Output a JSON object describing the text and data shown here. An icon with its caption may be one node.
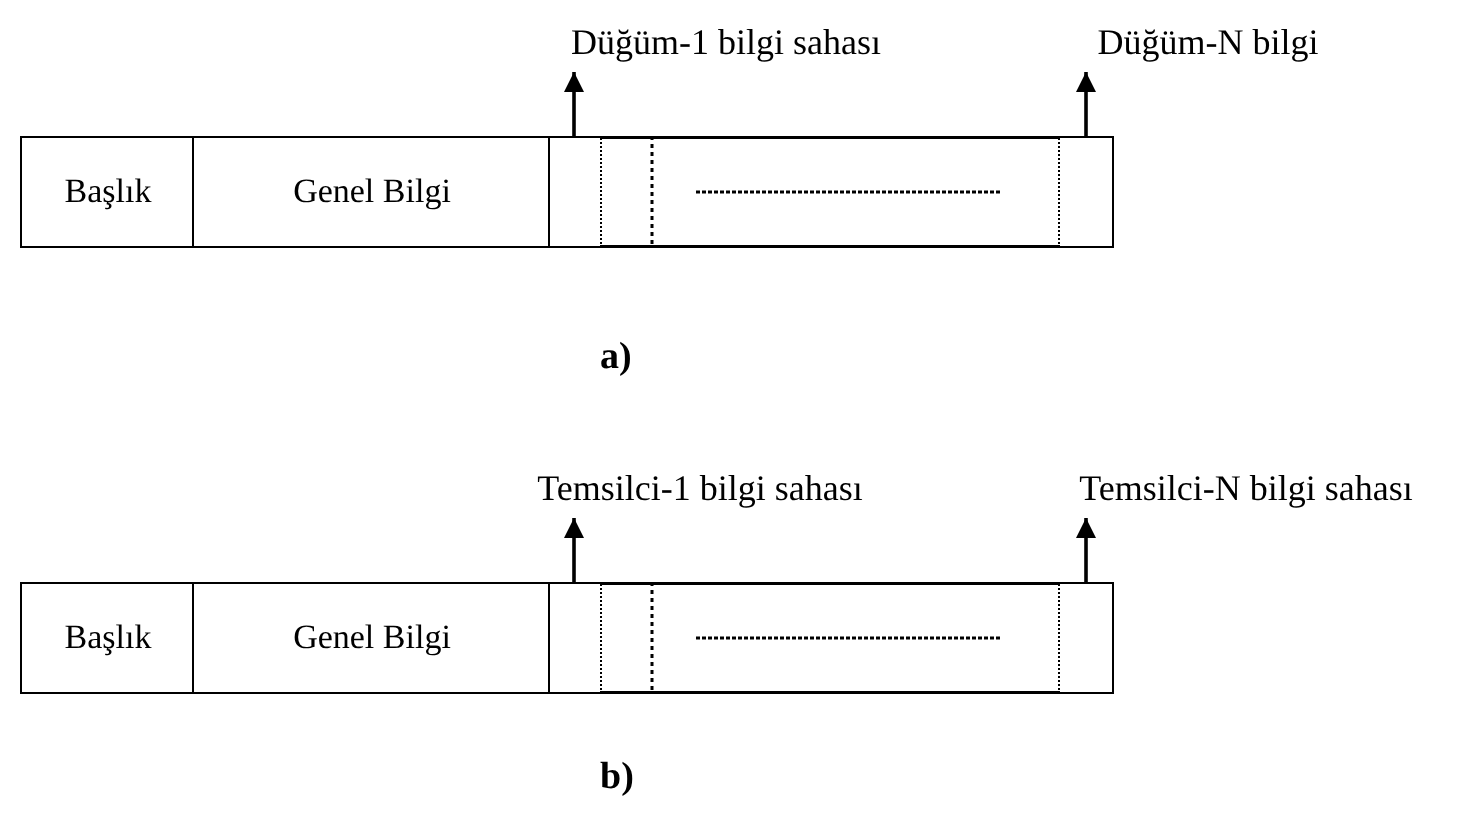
{
  "diagram": {
    "nodes": [
      {
        "text": [
          "Başlık"
        ]
      },
      {
        "text": [
          "Genel Bilgi"
        ]
      },
      {
        "text": [],
        "shape": "box"
      },
      {
        "text": [],
        "shape": "box"
      },
      {
        "text": [
          "Düğüm-1 bilgi sahası"
        ]
      },
      {
        "text": [
          "Düğüm-N bilgi"
        ]
      },
      {
        "text": [
          "Başlık"
        ]
      },
      {
        "text": [
          "Genel Bilgi"
        ]
      },
      {
        "text": [],
        "shape": "box"
      },
      {
        "text": [],
        "shape": "box"
      },
      {
        "text": [
          "Temsilci-1 bilgi sahası"
        ]
      },
      {
        "text": [
          "Temsilci-N bilgi sahası"
        ]
      }
    ],
    "edges": [
      {
        "from": 2,
        "to": 4,
        "arrow": "to"
      },
      {
        "from": 3,
        "to": 5,
        "arrow": "to"
      },
      {
        "from": 8,
        "to": 10,
        "arrow": "to"
      },
      {
        "from": 9,
        "to": 11,
        "arrow": "to"
      }
    ],
    "labels": [
      "a)",
      "b)"
    ]
  }
}
